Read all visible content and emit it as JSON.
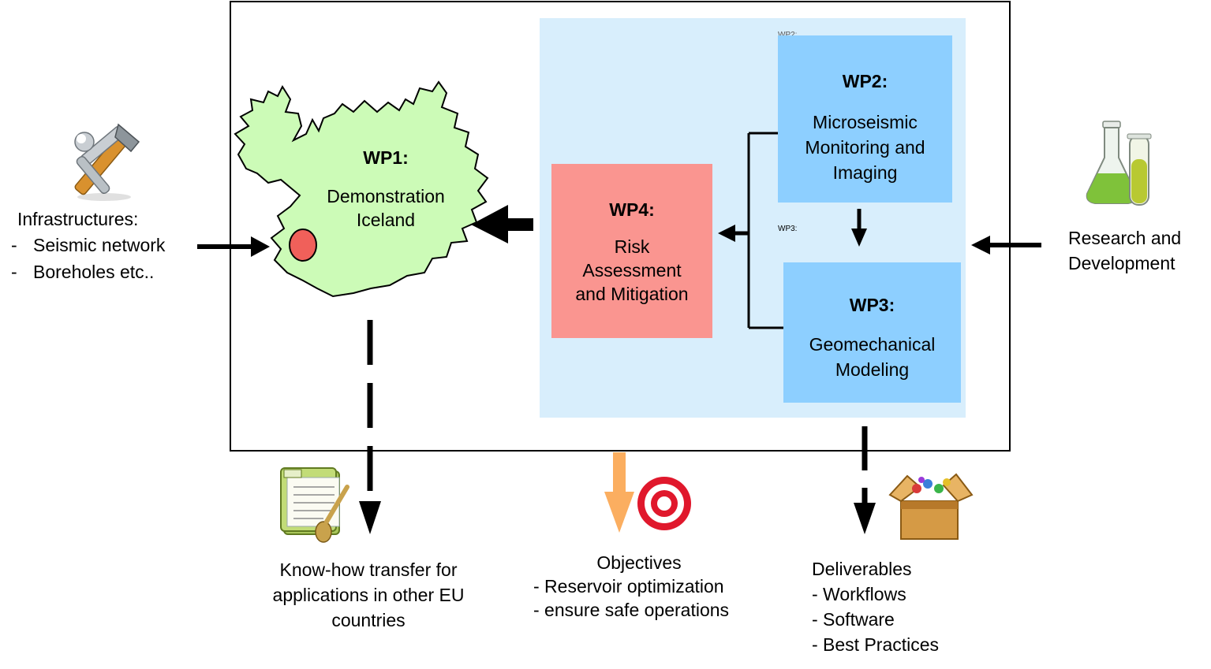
{
  "left_input": {
    "title": "Infrastructures:",
    "items": [
      "Seismic network",
      "Boreholes etc.."
    ],
    "dash": "-"
  },
  "right_input": {
    "line1": "Research and",
    "line2": "Development"
  },
  "wp1": {
    "title": "WP1:",
    "line1": "Demonstration",
    "line2": "Iceland"
  },
  "wp2": {
    "title": "WP2:",
    "line1": "Microseismic",
    "line2": "Monitoring and",
    "line3": "Imaging",
    "tag": "WP2:"
  },
  "wp3": {
    "title": "WP3:",
    "line1": "Geomechanical",
    "line2": "Modeling",
    "tag": "WP3:"
  },
  "wp4": {
    "title": "WP4:",
    "line1": "Risk",
    "line2": "Assessment",
    "line3": "and Mitigation"
  },
  "outputs": {
    "knowhow": [
      "Know-how transfer for",
      "applications in other EU",
      "countries"
    ],
    "objectives": [
      "Objectives",
      "- Reservoir optimization",
      "- ensure safe operations"
    ],
    "deliverables": [
      "Deliverables",
      "- Workflows",
      "- Software",
      "- Best Practices"
    ]
  },
  "colors": {
    "iceland_fill": "#ccfbb7",
    "site_dot": "#f0605a",
    "wp_blue": "#8dcfff",
    "wp4_red": "#fa9590",
    "panel_bg": "#d8eefc",
    "objective_arrow": "#fbae60"
  },
  "icons": [
    "tools-icon",
    "flask-icon",
    "recipe-icon",
    "target-icon",
    "box-icon"
  ]
}
